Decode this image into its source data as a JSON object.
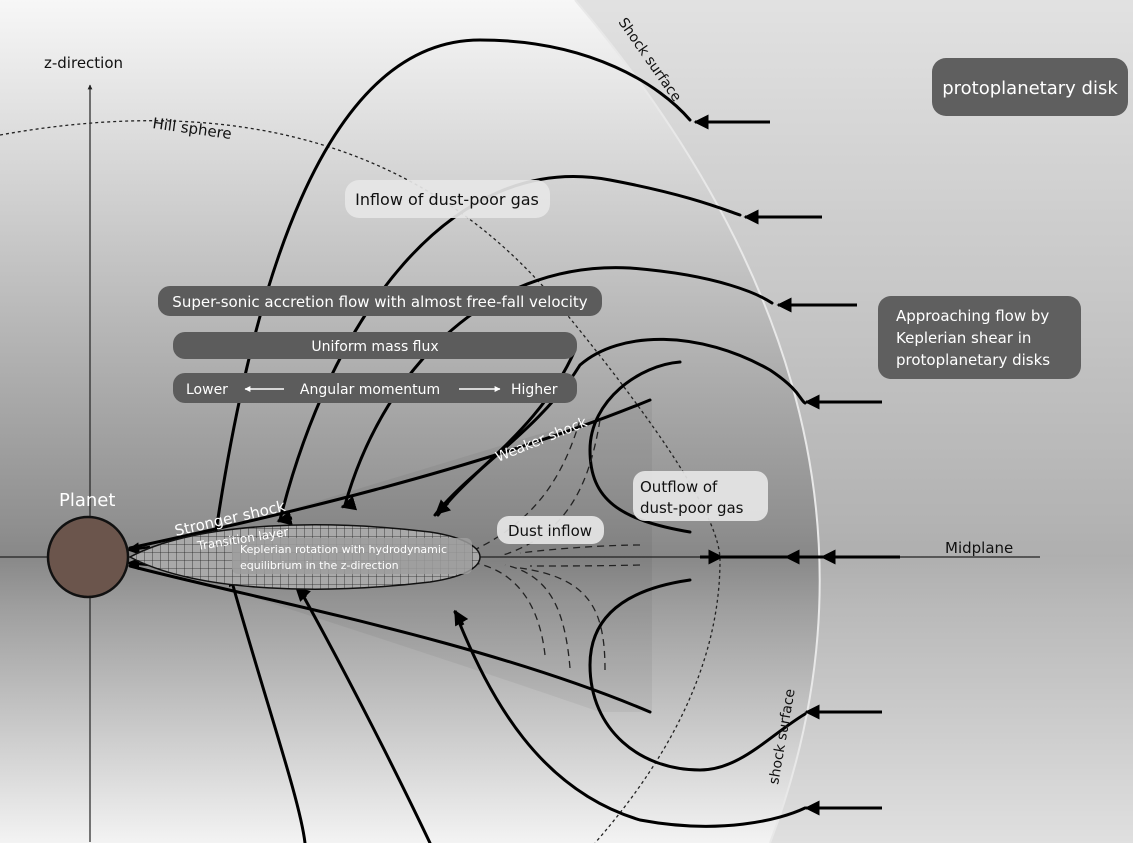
{
  "axis": {
    "z_label": "z-direction",
    "midplane_label": "Midplane"
  },
  "labels": {
    "hill_sphere": "Hill sphere",
    "shock_surface_top": "Shock surface",
    "shock_surface_bottom": "shock surface",
    "planet": "Planet",
    "stronger_shock": "Stronger shock",
    "weaker_shock": "Weaker shock",
    "transition_layer": "Transition layer",
    "keplerian_line1": "Keplerian rotation with hydrodynamic",
    "keplerian_line2": "equilibrium in the z-direction"
  },
  "boxes": {
    "protoplanetary_disk": "protoplanetary disk",
    "inflow_dust_poor": "Inflow of dust-poor gas",
    "supersonic": "Super-sonic accretion flow with almost free-fall velocity",
    "uniform_mass_flux": "Uniform mass flux",
    "approaching_line1": "Approaching flow by",
    "approaching_line2": "Keplerian shear in",
    "approaching_line3": "protoplanetary disks",
    "outflow_line1": "Outflow of",
    "outflow_line2": "dust-poor gas",
    "dust_inflow": "Dust inflow"
  },
  "angular_momentum": {
    "lower": "Lower",
    "label": "Angular momentum",
    "higher": "Higher"
  },
  "colors": {
    "planet": "#6b554c",
    "box_dark": "#5a5a5a",
    "box_light": "#e2e2e2",
    "shock_region": "#c6c6c6"
  }
}
